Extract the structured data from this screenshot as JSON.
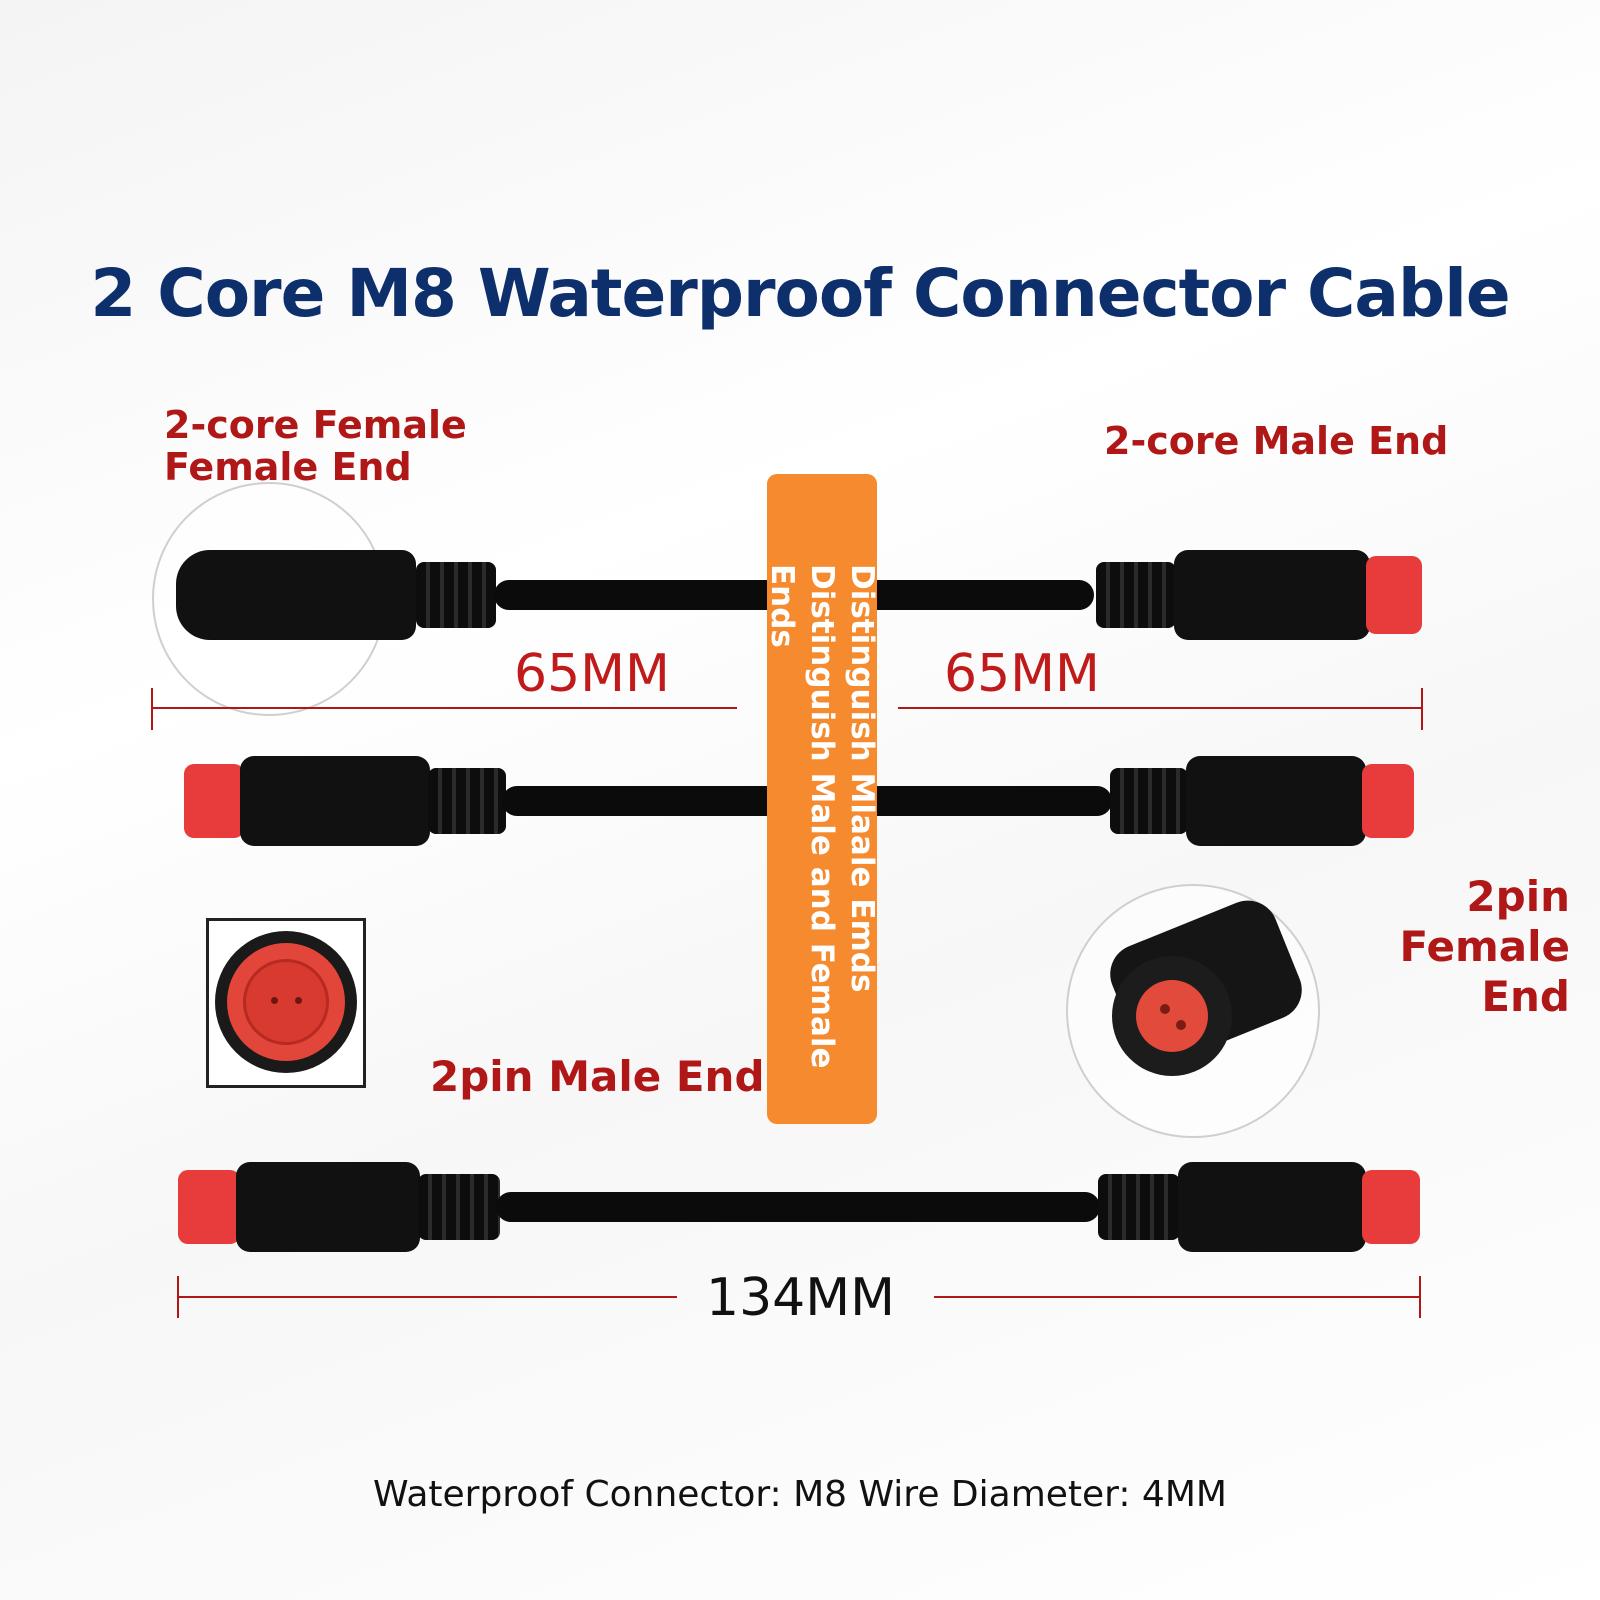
{
  "title": "2 Core M8 Waterproof Connector Cable",
  "labels": {
    "female_top_line1": "2-core Female",
    "female_top_line2": "Female End",
    "male_top": "2-core Male End",
    "pin_female_line1": "2pin Female",
    "pin_female_line2": "End",
    "pin_male": "2pin Male End"
  },
  "dimensions": {
    "left": "65MM",
    "right": "65MM",
    "total": "134MM"
  },
  "band": {
    "line1": "Distinguish Mlaale Emds",
    "line2": "Distinguish Male and Female Ends"
  },
  "footer": "Waterproof Connector: M8 Wire Diameter: 4MM",
  "colors": {
    "title": "#0d2f6b",
    "label_red": "#b01818",
    "dimension_red": "#c01a1a",
    "band_orange": "#f58a2f",
    "cable_black": "#0b0b0b",
    "cap_red": "#e83b3b"
  }
}
